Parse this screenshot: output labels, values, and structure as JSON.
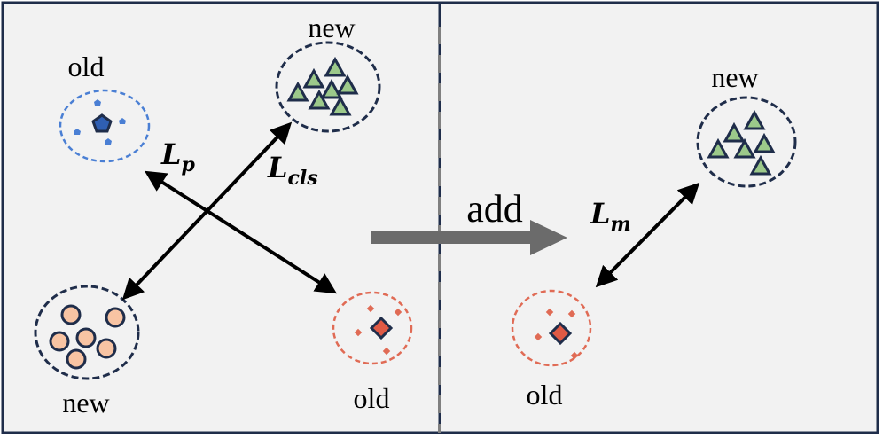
{
  "labels": {
    "old_top_left": "old",
    "new_top_mid": "new",
    "new_bottom_left": "new",
    "old_bottom_mid": "old",
    "new_right": "new",
    "old_right": "old",
    "add": "add"
  },
  "losses": {
    "lp": {
      "main": "L",
      "sub": "p"
    },
    "lcls": {
      "main": "L",
      "sub": "cls"
    },
    "lm": {
      "main": "L",
      "sub": "m"
    }
  },
  "colors": {
    "panel_fill": "#f2f2f2",
    "panel_border": "#1f2d4a",
    "navy": "#1f2d4a",
    "blue_class": "#4a7fd4",
    "blue_center": "#2f5fb3",
    "orange_class": "#e06b55",
    "orange_center": "#e05a45",
    "triangle_fill": "#9cc98a",
    "circle_fill": "#f8c4a3",
    "divider": "#808080",
    "add_arrow": "#6b6b6b"
  }
}
